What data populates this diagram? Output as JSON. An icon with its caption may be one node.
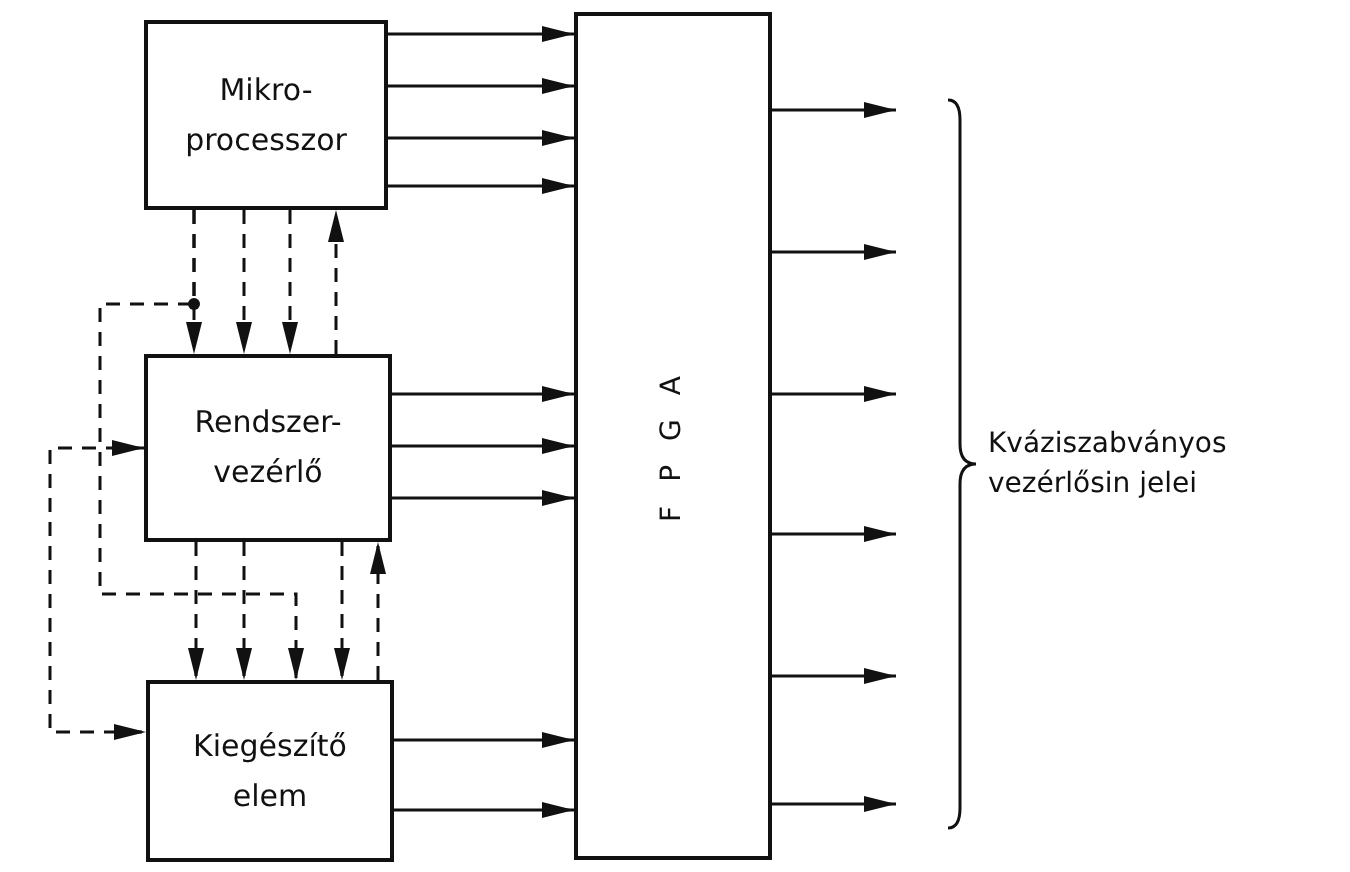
{
  "diagram": {
    "nodes": [
      {
        "text": [
          "Mikro- processzor"
        ]
      },
      {
        "text": [
          "Rendszer- vezérlő"
        ]
      },
      {
        "text": [
          "Kiegészítő elem"
        ]
      },
      {
        "text": [
          "FPGA"
        ]
      }
    ],
    "edges": [
      {
        "from": 0,
        "to": 3,
        "arrow": "to"
      },
      {
        "from": 0,
        "to": 3,
        "arrow": "to"
      },
      {
        "from": 0,
        "to": 3,
        "arrow": "to"
      },
      {
        "from": 0,
        "to": 3,
        "arrow": "to"
      },
      {
        "from": 1,
        "to": 3,
        "arrow": "to"
      },
      {
        "from": 1,
        "to": 3,
        "arrow": "to"
      },
      {
        "from": 1,
        "to": 3,
        "arrow": "to"
      },
      {
        "from": 2,
        "to": 3,
        "arrow": "to"
      },
      {
        "from": 2,
        "to": 3,
        "arrow": "to"
      },
      {
        "from": 3,
        "to": null,
        "arrow": "to"
      },
      {
        "from": 3,
        "to": null,
        "arrow": "to"
      },
      {
        "from": 3,
        "to": null,
        "arrow": "to"
      },
      {
        "from": 3,
        "to": null,
        "arrow": "to"
      },
      {
        "from": 3,
        "to": null,
        "arrow": "to"
      },
      {
        "from": 3,
        "to": null,
        "arrow": "to"
      },
      {
        "from": 0,
        "to": 1,
        "arrow": "to",
        "style": "dashed"
      },
      {
        "from": 0,
        "to": 1,
        "arrow": "to",
        "style": "dashed"
      },
      {
        "from": 0,
        "to": 1,
        "arrow": "to",
        "style": "dashed"
      },
      {
        "from": 1,
        "to": 0,
        "arrow": "to",
        "style": "dashed"
      },
      {
        "from": 0,
        "to": 2,
        "arrow": "to",
        "style": "dashed"
      },
      {
        "from": 1,
        "to": 2,
        "arrow": "to",
        "style": "dashed"
      },
      {
        "from": 1,
        "to": 2,
        "arrow": "to",
        "style": "dashed"
      },
      {
        "from": 1,
        "to": 2,
        "arrow": "to",
        "style": "dashed"
      },
      {
        "from": 2,
        "to": 1,
        "arrow": "to",
        "style": "dashed"
      },
      {
        "from": 1,
        "to": 2,
        "arrow": "both",
        "style": "dashed"
      }
    ],
    "labels": [
      "Kváziszabványos vezérlősin jelei"
    ]
  }
}
